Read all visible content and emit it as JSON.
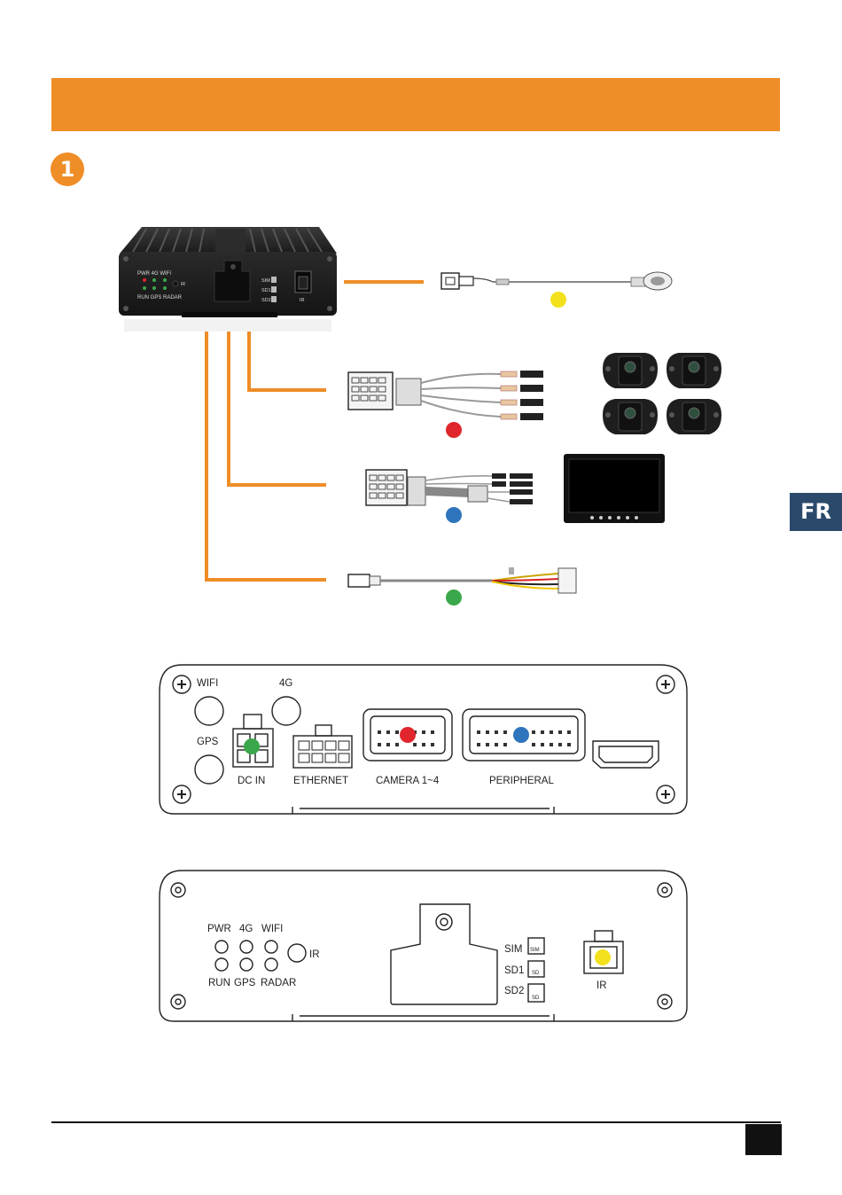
{
  "header": {
    "step_number": "1"
  },
  "lang_tab": {
    "label": "FR"
  },
  "colors": {
    "accent": "#ef8d27",
    "lang_tab": "#2b4a6b",
    "red": "#e0262c",
    "blue": "#2f75bd",
    "green": "#3aa84a",
    "yellow": "#f2e11c"
  },
  "unit_photo": {
    "led_labels_top": "PWR  4G  WIFI",
    "led_labels_bottom": "RUN GPS RADAR",
    "ir_label": "IR",
    "slots": [
      "SIM",
      "SD1",
      "SD2"
    ],
    "port_label": "IR"
  },
  "rear_panel": {
    "labels": {
      "wifi": "WIFI",
      "g4": "4G",
      "gps": "GPS",
      "dc_in": "DC IN",
      "ethernet": "ETHERNET",
      "camera": "CAMERA 1~4",
      "peripheral": "PERIPHERAL"
    }
  },
  "front_panel": {
    "led_top": [
      "PWR",
      "4G",
      "WIFI"
    ],
    "led_bottom": [
      "RUN",
      "GPS",
      "RADAR"
    ],
    "ir": "IR",
    "slots": [
      "SIM",
      "SD1",
      "SD2"
    ],
    "slot_icons": [
      "SIM",
      "SD",
      "SD"
    ],
    "ir_port": "IR"
  }
}
